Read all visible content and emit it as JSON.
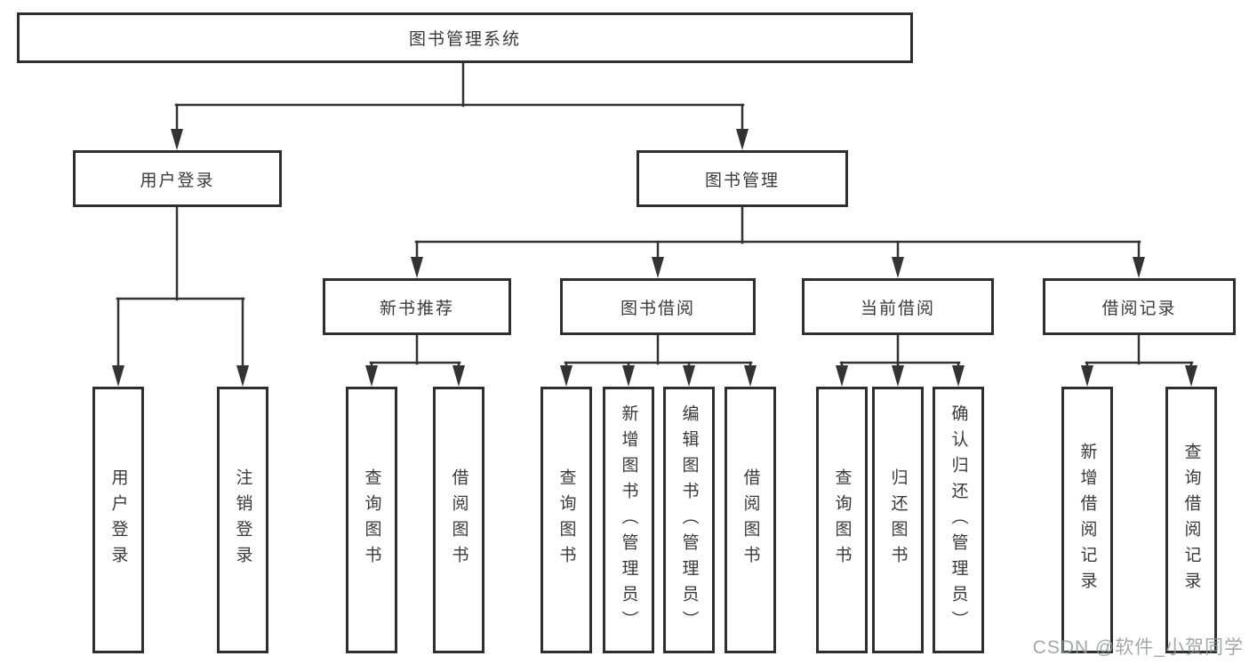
{
  "diagram": {
    "root": {
      "label": "图书管理系统"
    },
    "level2": [
      {
        "label": "用户登录"
      },
      {
        "label": "图书管理"
      }
    ],
    "level3": [
      {
        "label": "新书推荐"
      },
      {
        "label": "图书借阅"
      },
      {
        "label": "当前借阅"
      },
      {
        "label": "借阅记录"
      }
    ],
    "leaves": {
      "user_login": [
        "用户登录",
        "注销登录"
      ],
      "new_book_recommend": [
        "查询图书",
        "借阅图书"
      ],
      "book_borrow": [
        "查询图书",
        "新增图书（管理员）",
        "编辑图书（管理员）",
        "借阅图书"
      ],
      "current_borrow": [
        "查询图书",
        "归还图书",
        "确认归还（管理员）"
      ],
      "borrow_records": [
        "新增借阅记录",
        "查询借阅记录"
      ]
    }
  },
  "watermark": "CSDN @软件_小贺同学",
  "colors": {
    "line": "#333333",
    "border": "#2e2e2e",
    "text": "#3a3a3a",
    "watermark": "#94969b",
    "background": "#ffffff"
  }
}
